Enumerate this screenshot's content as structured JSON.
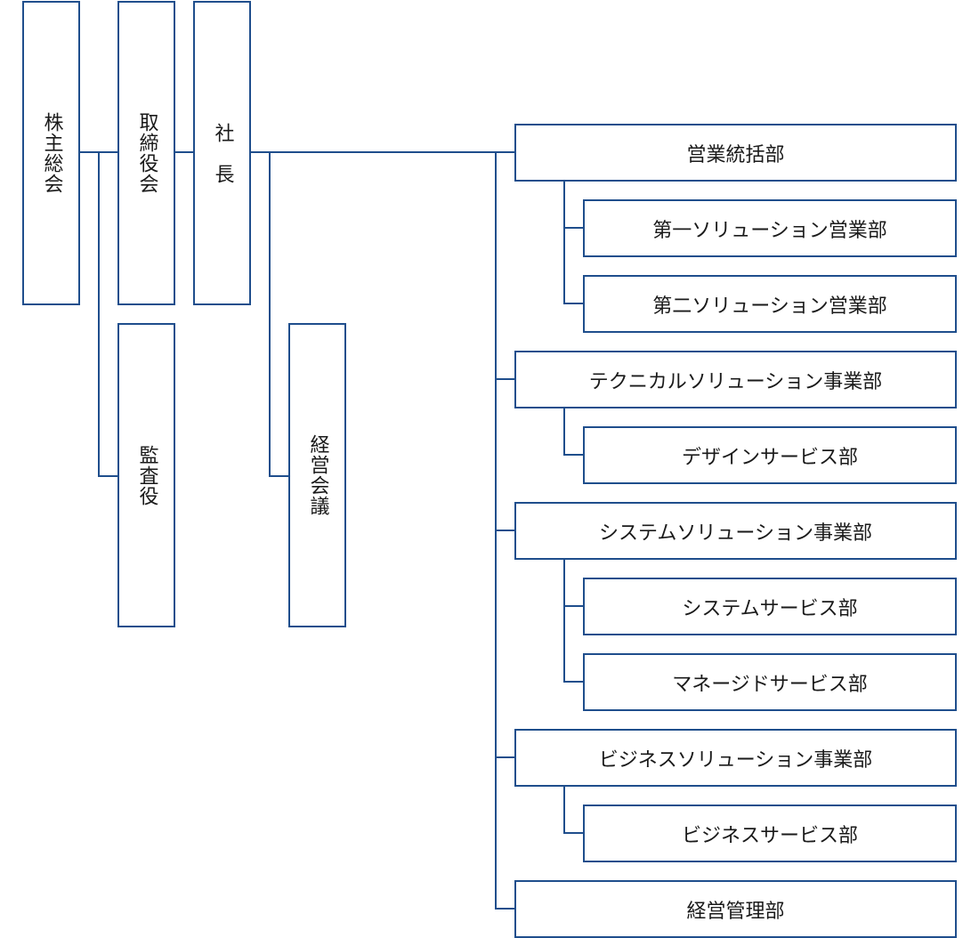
{
  "org": {
    "shareholders": "株主総会",
    "board": "取締役会",
    "president": "社　長",
    "auditor": "監査役",
    "management_meeting": "経営会議",
    "departments": [
      "営業統括部",
      "第一ソリューション営業部",
      "第二ソリューション営業部",
      "テクニカルソリューション事業部",
      "デザインサービス部",
      "システムソリューション事業部",
      "システムサービス部",
      "マネージドサービス部",
      "ビジネスソリューション事業部",
      "ビジネスサービス部",
      "経営管理部"
    ]
  },
  "colors": {
    "line": "#1f4e8c",
    "box_border": "#1f4e8c",
    "text": "#1a1a1a"
  }
}
